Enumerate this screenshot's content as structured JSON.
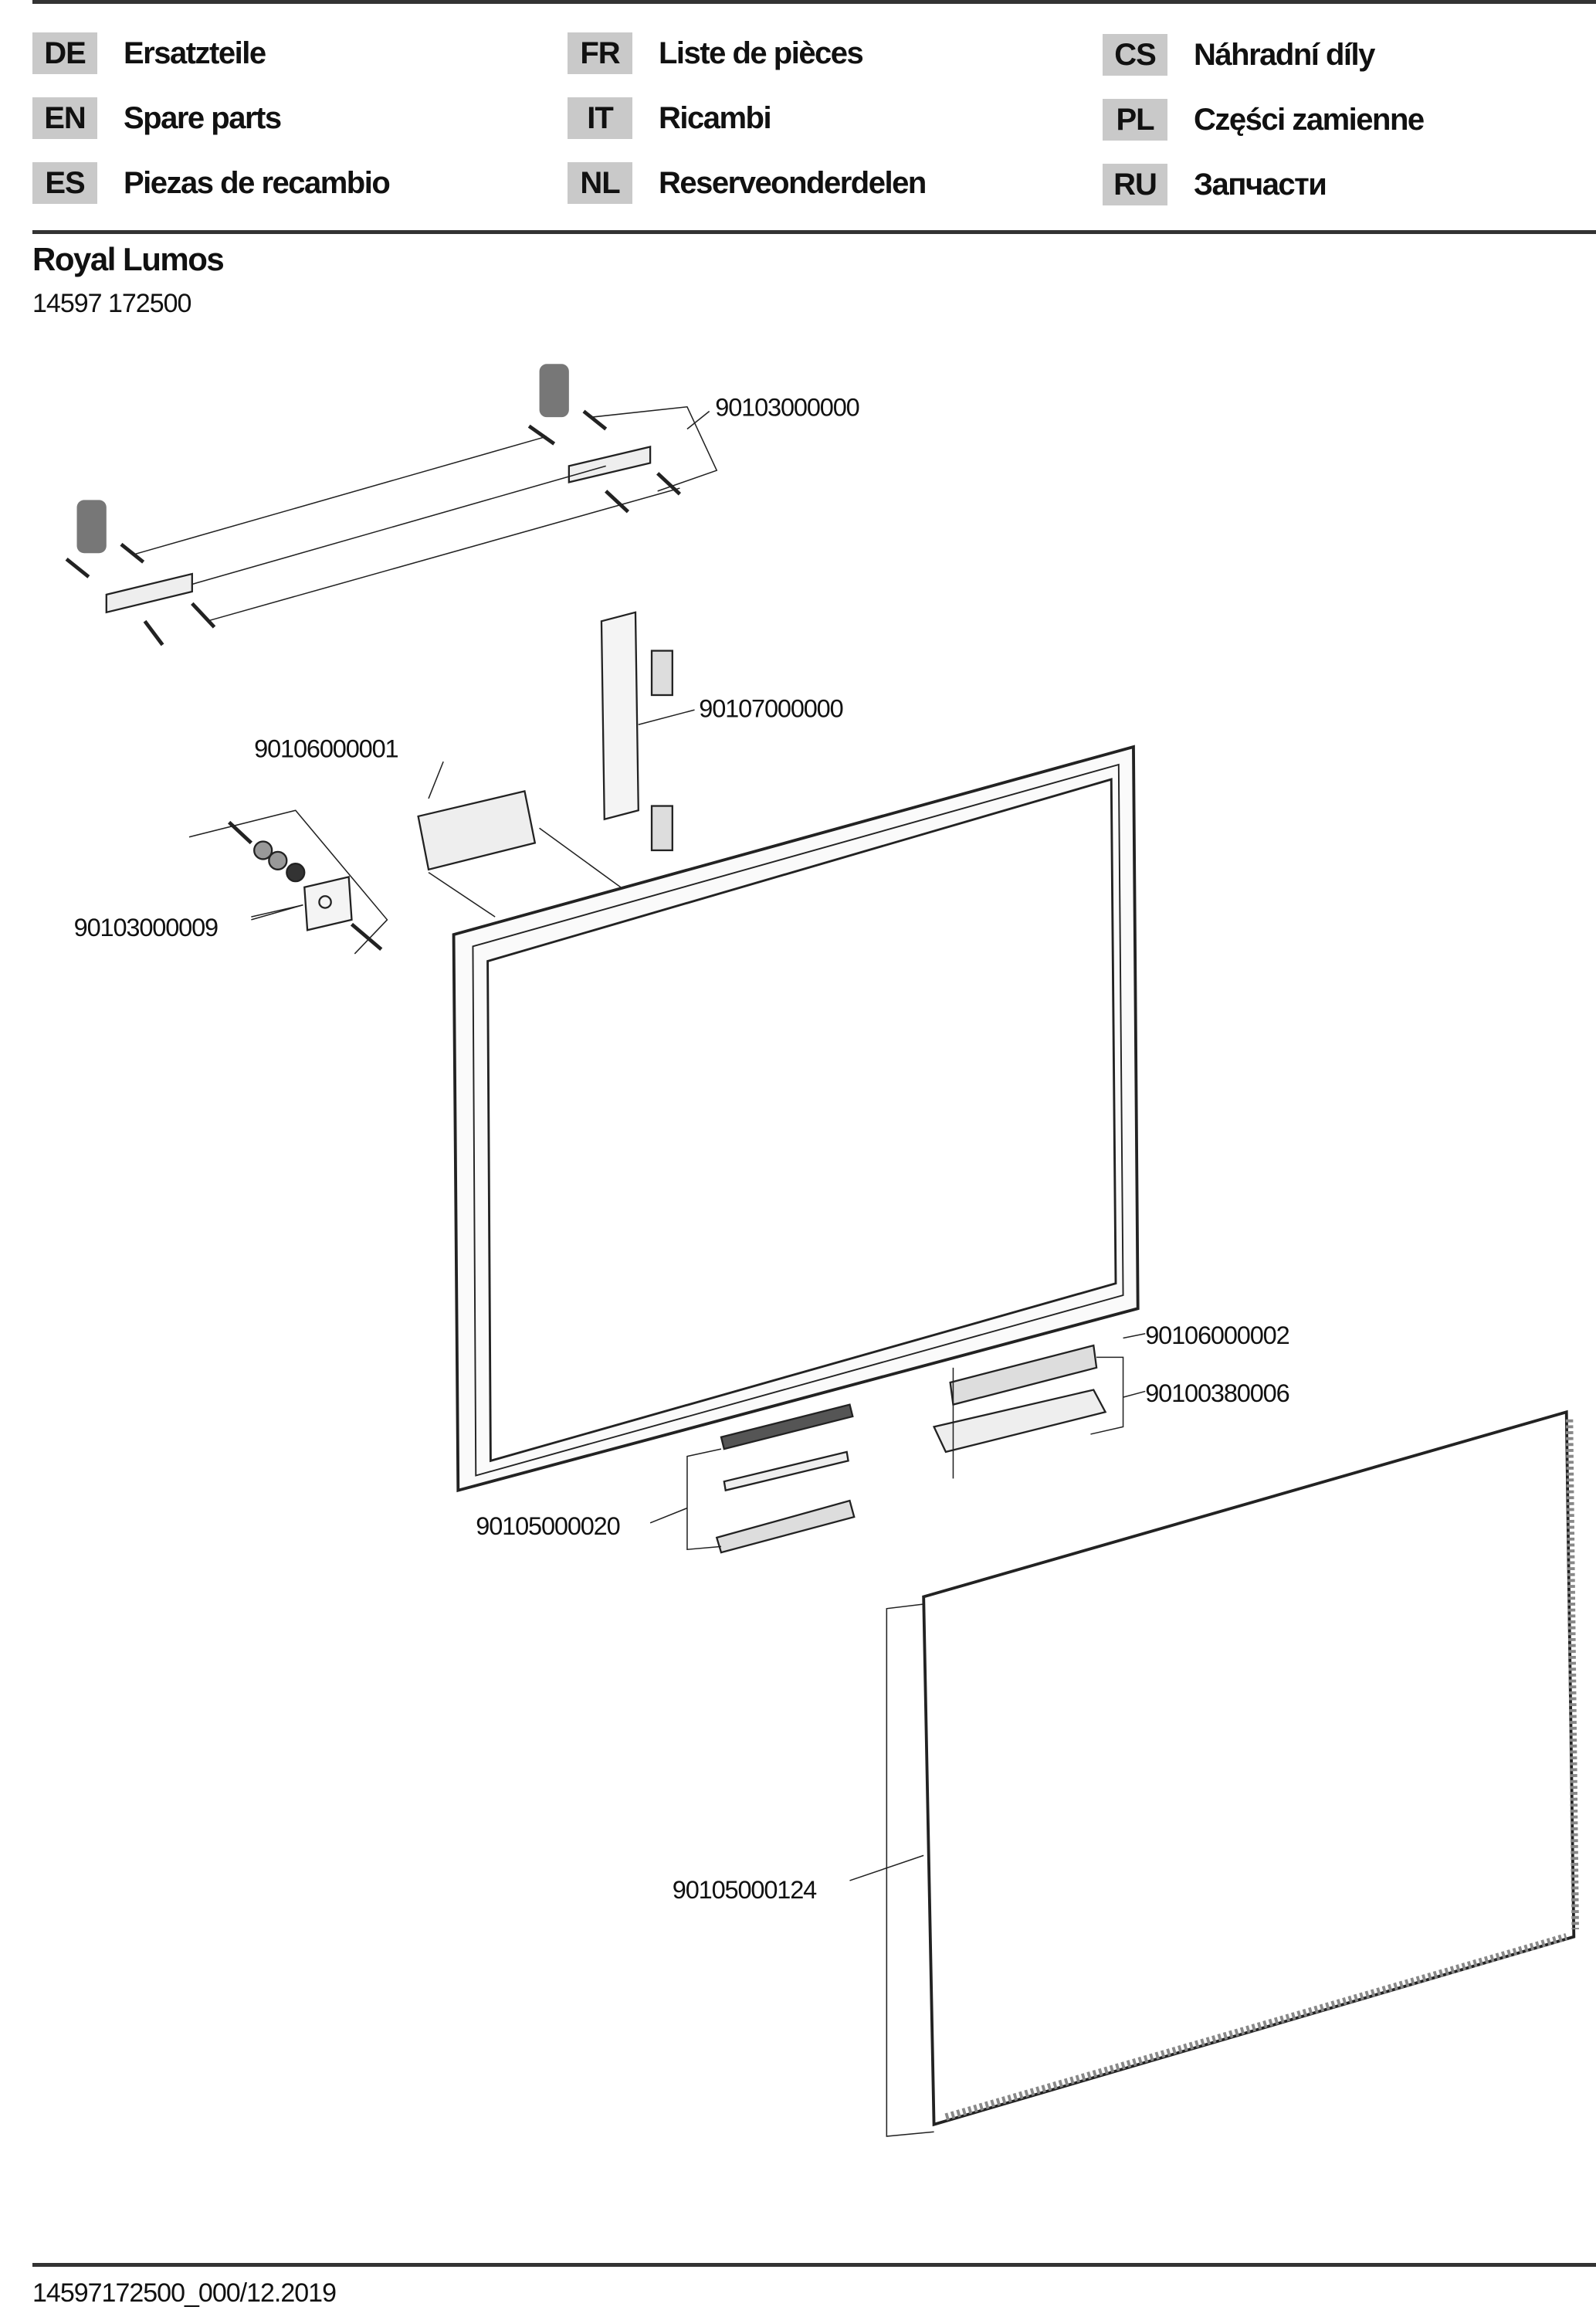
{
  "languages": [
    {
      "code": "DE",
      "label": "Ersatzteile"
    },
    {
      "code": "EN",
      "label": "Spare parts"
    },
    {
      "code": "ES",
      "label": "Piezas de recambio"
    },
    {
      "code": "FR",
      "label": "Liste de pièces"
    },
    {
      "code": "IT",
      "label": "Ricambi"
    },
    {
      "code": "NL",
      "label": "Reserveonderdelen"
    },
    {
      "code": "CS",
      "label": "Náhradní díly"
    },
    {
      "code": "PL",
      "label": "Części zamienne"
    },
    {
      "code": "RU",
      "label": "Запчасти"
    }
  ],
  "product": {
    "name": "Royal Lumos",
    "number": "14597 172500"
  },
  "parts": {
    "wall_brackets": "90103000000",
    "light_profile": "90107000000",
    "driver_box": "90106000001",
    "fixing_kit": "90103000009",
    "sensor_switch": "90106000002",
    "switch_holder": "90100380006",
    "led_strip_cover": "90105000020",
    "led_backplate": "90105000124"
  },
  "footer": {
    "doc_code": "14597172500_000/12.2019"
  }
}
